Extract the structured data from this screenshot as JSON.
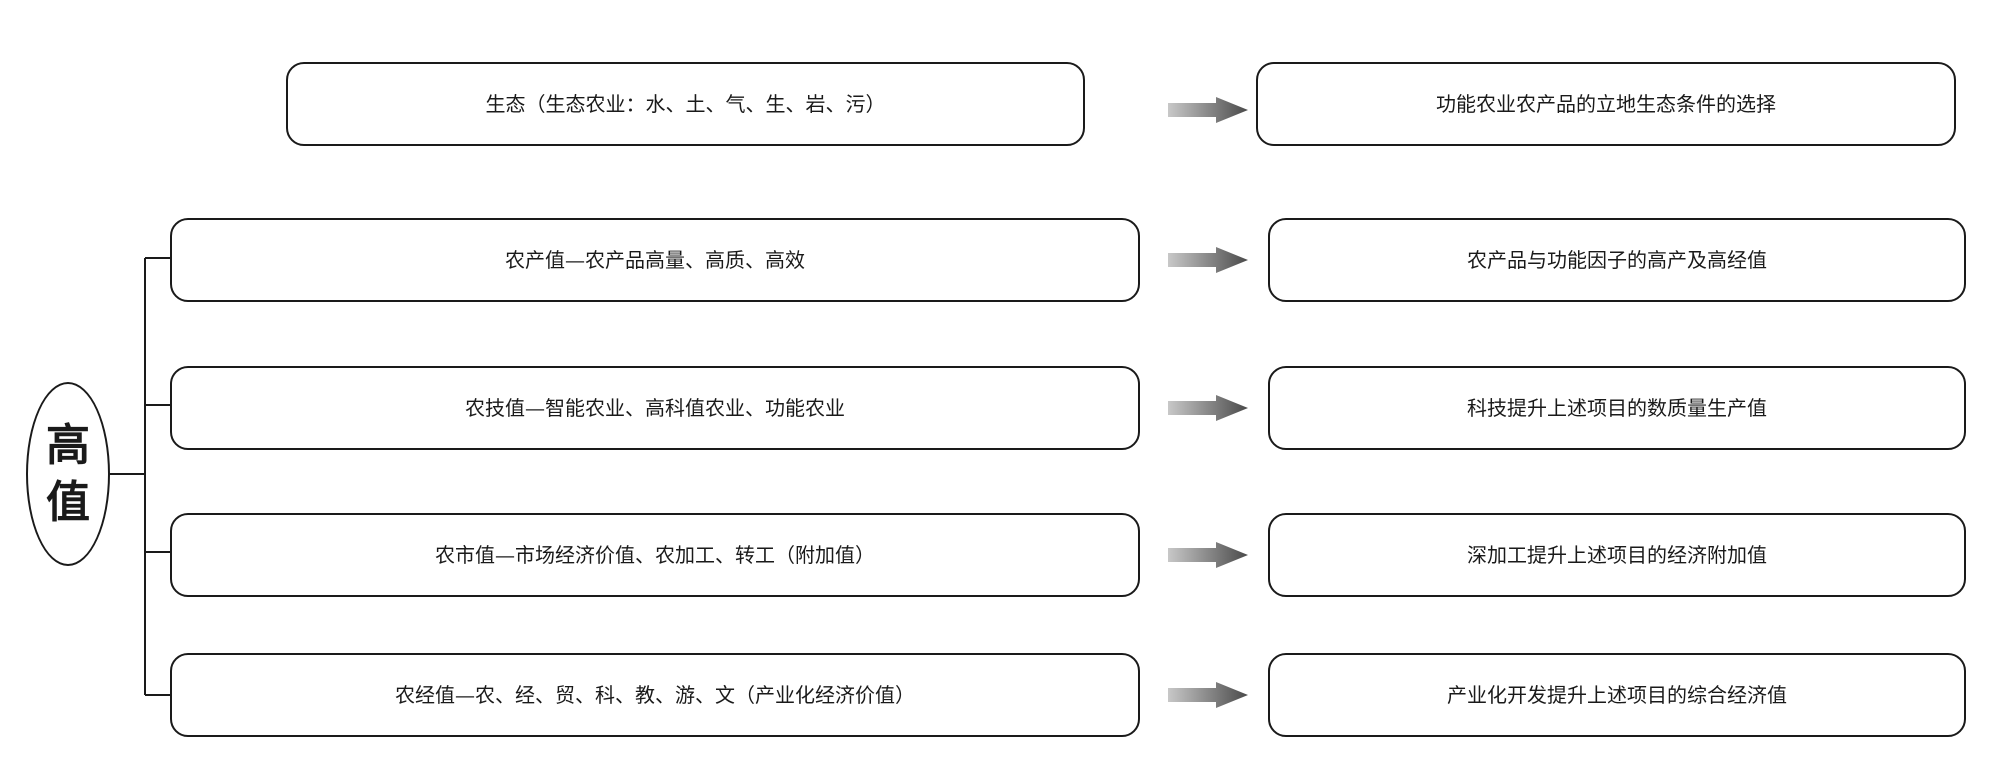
{
  "root": {
    "char1": "高",
    "char2": "值"
  },
  "top_row": {
    "left": "生态（生态农业：水、土、气、生、岩、污）",
    "right": "功能农业农产品的立地生态条件的选择"
  },
  "rows": [
    {
      "left": "农产值—农产品高量、高质、高效",
      "right": "农产品与功能因子的高产及高经值"
    },
    {
      "left": "农技值—智能农业、高科值农业、功能农业",
      "right": "科技提升上述项目的数质量生产值"
    },
    {
      "left": "农市值—市场经济价值、农加工、转工（附加值）",
      "right": "深加工提升上述项目的经济附加值"
    },
    {
      "left": "农经值—农、经、贸、科、教、游、文（产业化经济价值）",
      "right": "产业化开发提升上述项目的综合经济值"
    }
  ],
  "colors": {
    "line": "#1a1a1a",
    "arrow_dark": "#4a4a4a",
    "arrow_light": "#c8c8c8"
  }
}
